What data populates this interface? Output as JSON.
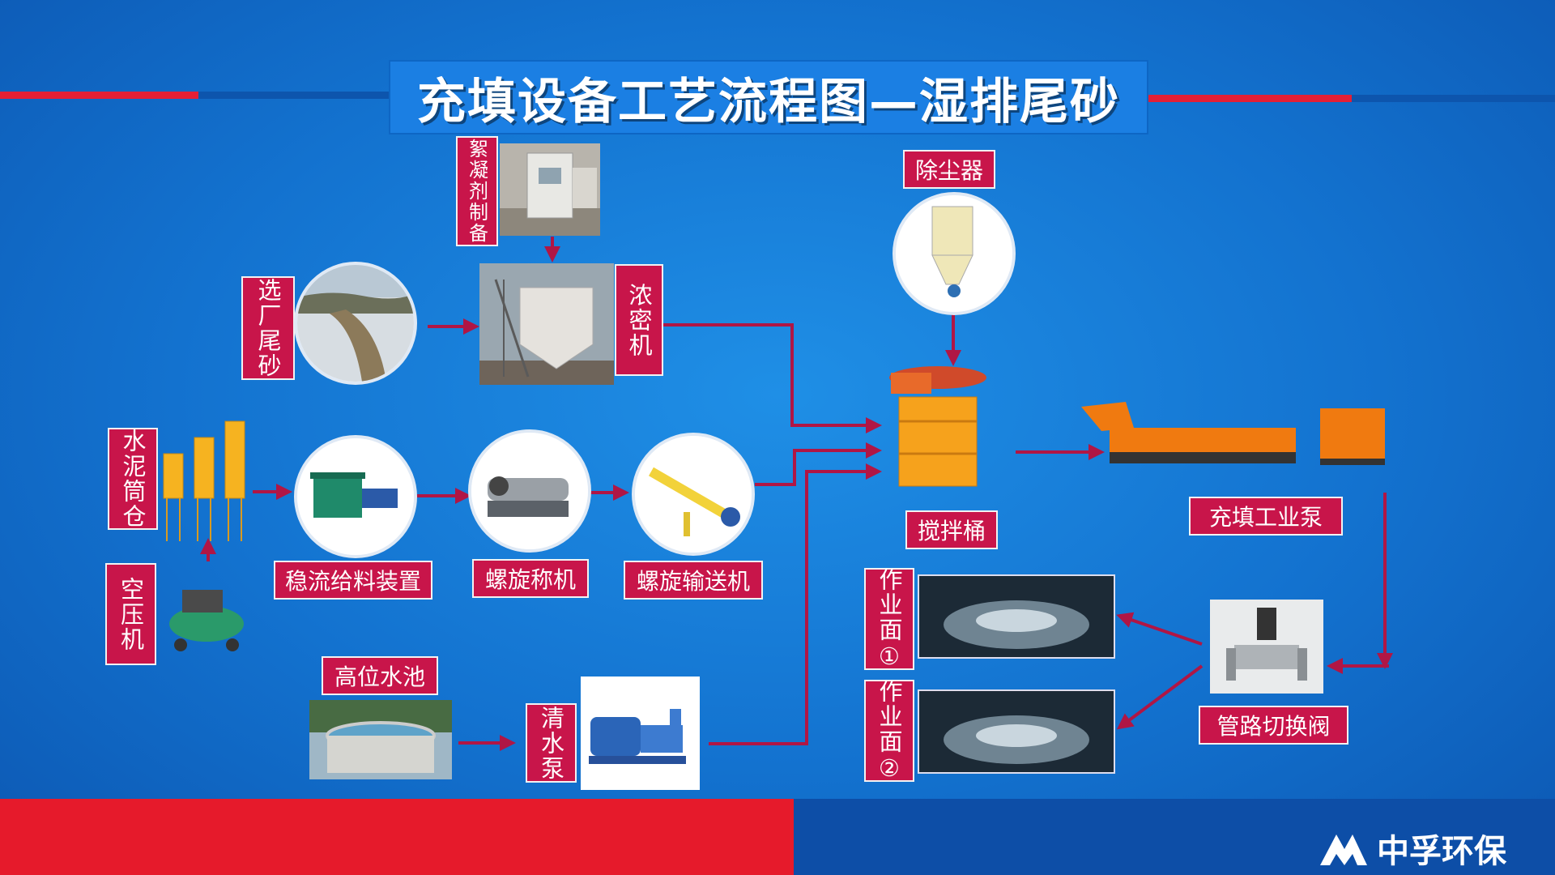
{
  "title": "充填设备工艺流程图—湿排尾砂",
  "brand": "中孚环保",
  "labels": {
    "flocculant": "絮凝剂制备",
    "tailings": "选厂尾砂",
    "thickener": "浓密机",
    "dust": "除尘器",
    "cement": "水泥筒仓",
    "compressor": "空压机",
    "feeder": "稳流给料装置",
    "screw_scale": "螺旋称机",
    "screw_conveyor": "螺旋输送机",
    "mixer": "搅拌桶",
    "pump": "充填工业泵",
    "water_pool": "高位水池",
    "water_pump": "清水泵",
    "face1": "作业面①",
    "face2": "作业面②",
    "valve": "管路切换阀"
  },
  "colors": {
    "arrow": "#b01645",
    "label_bg": "#c8154a",
    "accent_red": "#e41f35"
  }
}
